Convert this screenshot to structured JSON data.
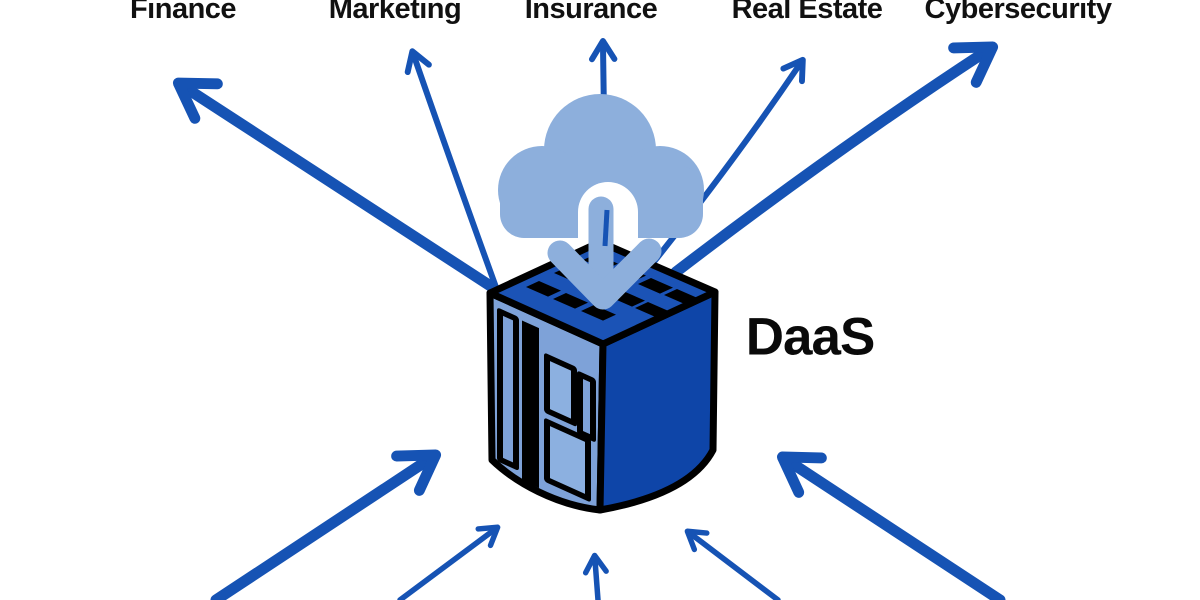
{
  "diagram": {
    "center_label": "DaaS",
    "industries": [
      {
        "label": "Finance"
      },
      {
        "label": "Marketing"
      },
      {
        "label": "Insurance"
      },
      {
        "label": "Real Estate"
      },
      {
        "label": "Cybersecurity"
      }
    ],
    "icons": {
      "cloud": "cloud-download-icon",
      "box": "server-cube-icon",
      "arrows_out": "outbound-industry-arrows",
      "arrows_in": "inbound-data-source-arrows"
    },
    "colors": {
      "arrow_blue": "#1653b4",
      "cloud_blue": "#8dafdc",
      "box_left_face": "#7ea2d8",
      "box_right_face": "#0e45a8",
      "box_top_face": "#1b53b6",
      "box_panel_fill": "#8cb0e0",
      "outline_black": "#000000",
      "text_black": "#111111",
      "background": "#ffffff"
    }
  }
}
